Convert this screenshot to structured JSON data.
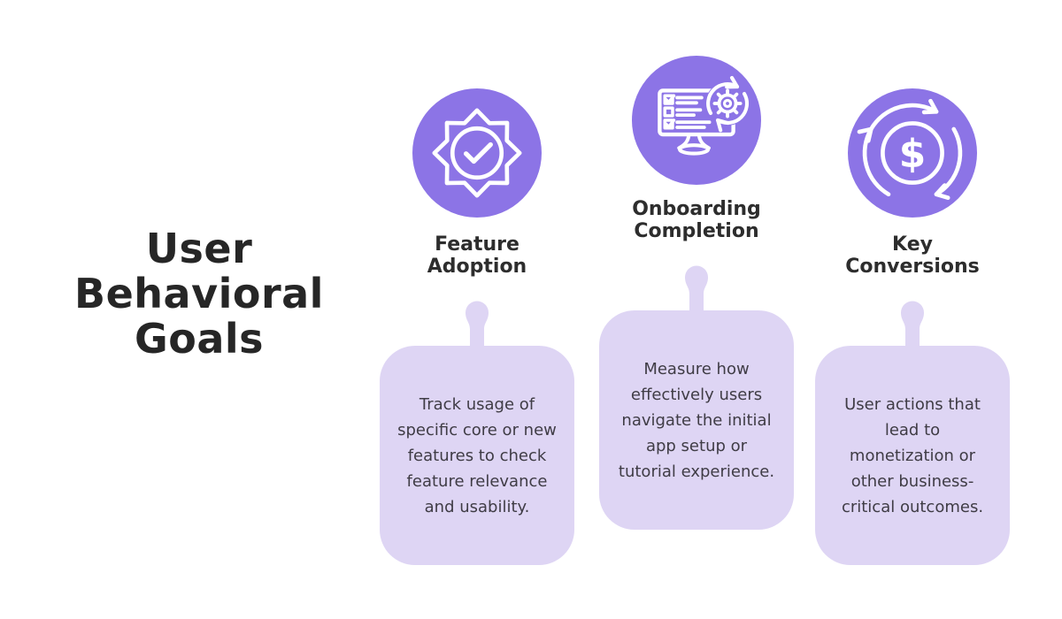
{
  "page": {
    "background": "#ffffff"
  },
  "title": "User Behavioral Goals",
  "colors": {
    "accent": "#8c74e6",
    "card_fill": "#ded5f4",
    "title_text": "#262626",
    "heading_text": "#2d2d2d",
    "body_text": "#3f3c45",
    "icon_stroke": "#ffffff"
  },
  "columns": [
    {
      "title": "Feature Adoption",
      "icon": "badge-check-icon",
      "description": "Track usage of specific core or new features to check feature relevance and usability."
    },
    {
      "title": "Onboarding Completion",
      "icon": "onboarding-checklist-monitor-icon",
      "description": "Measure how effectively users navigate the initial app setup or tutorial experience."
    },
    {
      "title": "Key Conversions",
      "icon": "dollar-cycle-icon",
      "description": "User actions that lead to monetization or other business-critical outcomes."
    }
  ]
}
